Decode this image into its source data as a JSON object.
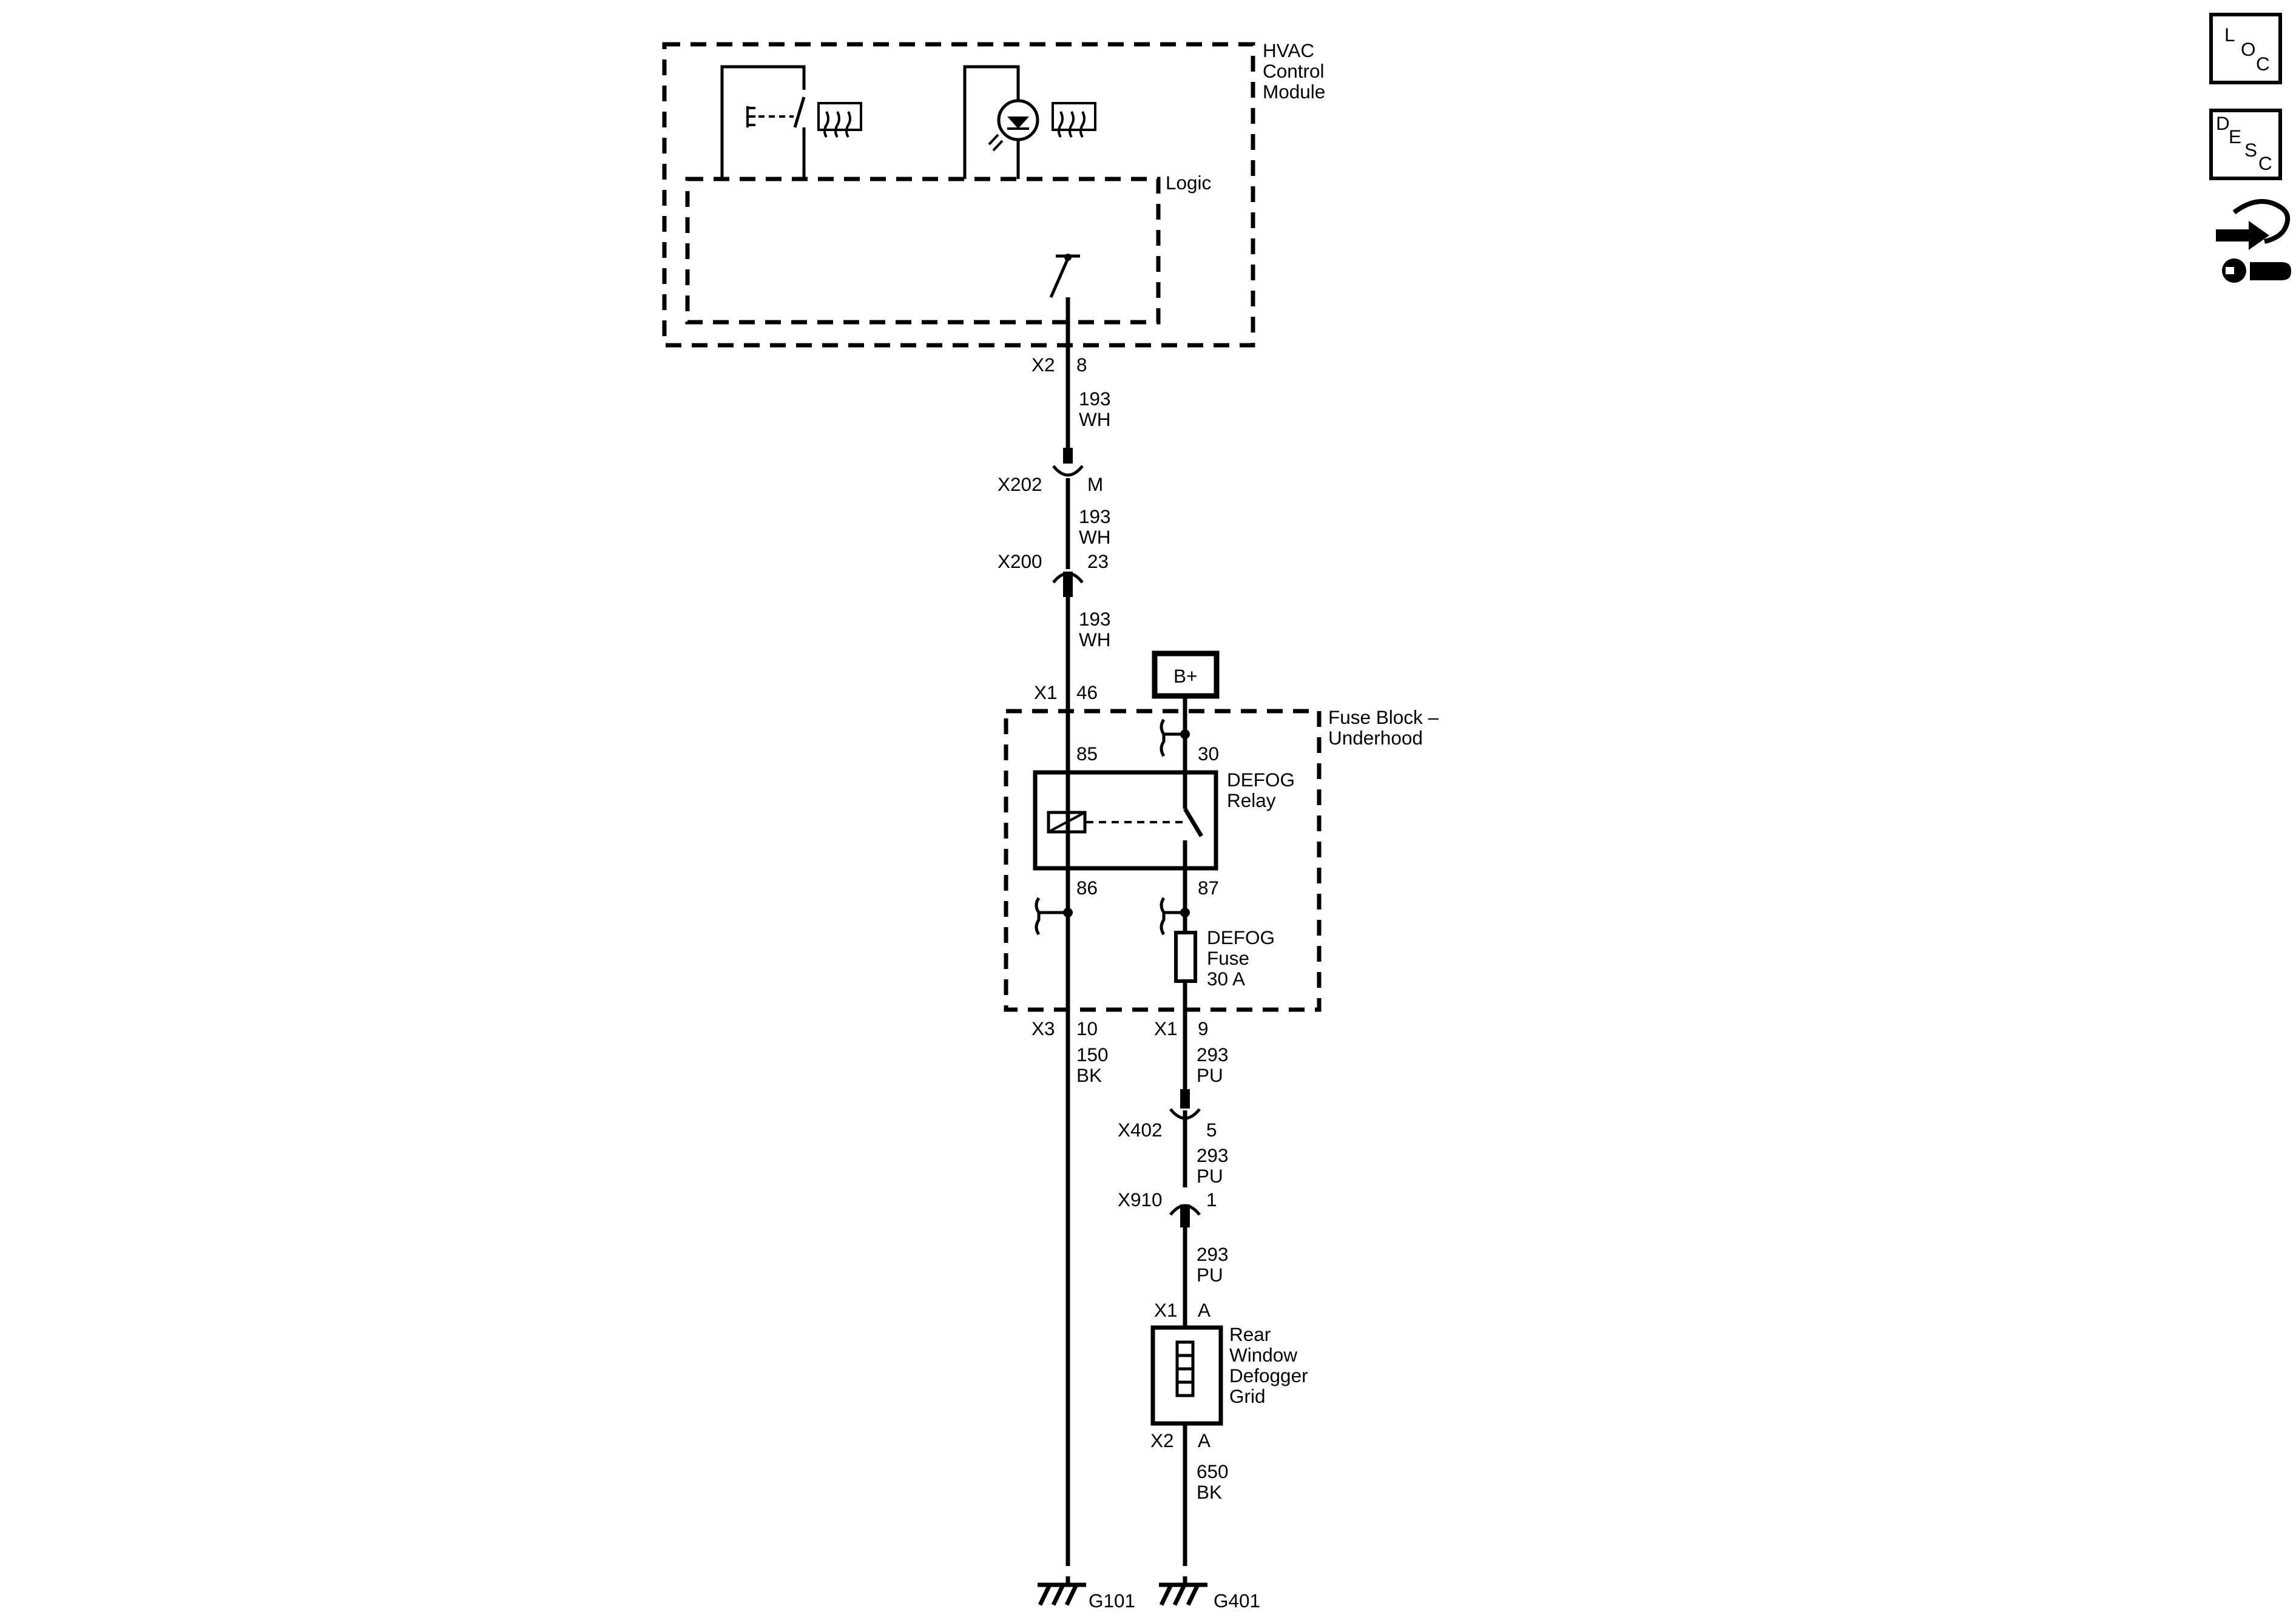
{
  "modules": {
    "hvac": {
      "line1": "HVAC",
      "line2": "Control",
      "line3": "Module",
      "logic": "Logic"
    },
    "fuse_block": {
      "line1": "Fuse Block –",
      "line2": "Underhood"
    },
    "relay": {
      "line1": "DEFOG",
      "line2": "Relay"
    },
    "fuse": {
      "line1": "DEFOG",
      "line2": "Fuse",
      "line3": "30 A"
    },
    "grid": {
      "line1": "Rear",
      "line2": "Window",
      "line3": "Defogger",
      "line4": "Grid"
    },
    "battery": "B+"
  },
  "connectors": {
    "x2_top": {
      "name": "X2",
      "pin": "8"
    },
    "x202": {
      "name": "X202",
      "pin": "M"
    },
    "x200": {
      "name": "X200",
      "pin": "23"
    },
    "x1_46": {
      "name": "X1",
      "pin": "46"
    },
    "x3_10": {
      "name": "X3",
      "pin": "10"
    },
    "x1_9": {
      "name": "X1",
      "pin": "9"
    },
    "x402": {
      "name": "X402",
      "pin": "5"
    },
    "x910": {
      "name": "X910",
      "pin": "1"
    },
    "x1_a": {
      "name": "X1",
      "pin": "A"
    },
    "x2_a": {
      "name": "X2",
      "pin": "A"
    }
  },
  "relay_pins": {
    "p85": "85",
    "p30": "30",
    "p86": "86",
    "p87": "87"
  },
  "wires": {
    "w1": {
      "circuit": "193",
      "color": "WH"
    },
    "w2": {
      "circuit": "193",
      "color": "WH"
    },
    "w3": {
      "circuit": "193",
      "color": "WH"
    },
    "w4": {
      "circuit": "150",
      "color": "BK"
    },
    "w5": {
      "circuit": "293",
      "color": "PU"
    },
    "w6": {
      "circuit": "293",
      "color": "PU"
    },
    "w7": {
      "circuit": "293",
      "color": "PU"
    },
    "w8": {
      "circuit": "650",
      "color": "BK"
    }
  },
  "grounds": {
    "g101": "G101",
    "g401": "G401"
  },
  "nav": {
    "loc": {
      "l": "L",
      "o": "O",
      "c": "C"
    },
    "desc": {
      "d": "D",
      "e": "E",
      "s": "S",
      "c": "C"
    }
  }
}
